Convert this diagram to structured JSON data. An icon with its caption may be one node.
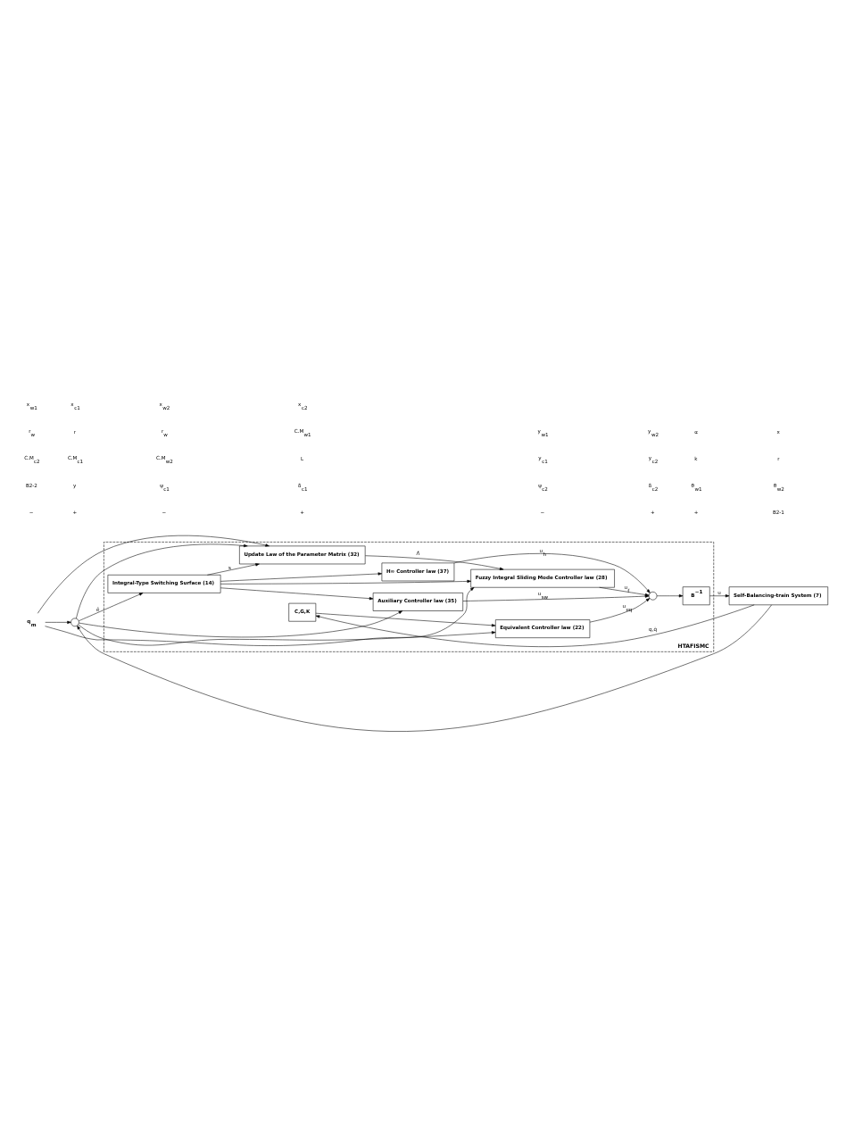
{
  "diagram": {
    "nodes": [
      {
        "text": [
          "HTAFISMC"
        ]
      },
      {
        "text": [
          "Integral-Type Switching Surface (14)"
        ],
        "in": 0
      },
      {
        "text": [
          "Update Law of the Parameter Matrix (32)"
        ],
        "in": 0
      },
      {
        "text": [
          "Fuzzy Integral Sliding Mode Controller law (28)"
        ],
        "in": 0
      },
      {
        "text": [
          "H∞ Controller law (37)"
        ],
        "in": 0
      },
      {
        "text": [
          "Auxiliary Controller law (35)"
        ],
        "in": 0
      },
      {
        "text": [
          "Equivalent Controller law (22)"
        ],
        "in": 0
      },
      {
        "text": [
          "C,G,K"
        ],
        "in": 0
      },
      {
        "text": [],
        "shape": "circle",
        "in": 0
      },
      {
        "text": [
          "B$^{−1}$"
        ],
        "in": 0
      },
      {
        "text": [
          "Self-Balancing-train System (7)"
        ]
      },
      {
        "text": [],
        "shape": "circle"
      },
      {
        "text": [
          "q$_{m}$"
        ]
      }
    ],
    "edges": [
      {
        "from": 12,
        "to": 11,
        "arrow": "to"
      },
      {
        "from": 11,
        "to": 1,
        "label": "ē",
        "arrow": "to"
      },
      {
        "from": 1,
        "to": 2,
        "label": "s",
        "arrow": "to"
      },
      {
        "from": 1,
        "to": 3,
        "arrow": "to"
      },
      {
        "from": 11,
        "to": 2,
        "arrow": "to"
      },
      {
        "from": 12,
        "to": 2,
        "arrow": "to"
      },
      {
        "from": 12,
        "to": 3,
        "arrow": "to"
      },
      {
        "from": 2,
        "to": 3,
        "label": "Λ̂",
        "arrow": "to"
      },
      {
        "from": 1,
        "to": 4,
        "arrow": "to"
      },
      {
        "from": 1,
        "to": 5,
        "arrow": "to"
      },
      {
        "from": 11,
        "to": 5,
        "arrow": "to"
      },
      {
        "from": 11,
        "to": 6,
        "arrow": "to"
      },
      {
        "from": 4,
        "to": 8,
        "label": "u$_{h}$",
        "arrow": "to"
      },
      {
        "from": 5,
        "to": 8,
        "label": "u$_{sw}$",
        "arrow": "to"
      },
      {
        "from": 6,
        "to": 8,
        "label": "u$_{eq}$",
        "arrow": "to"
      },
      {
        "from": 3,
        "to": 8,
        "label": "u$_{f}$",
        "arrow": "to"
      },
      {
        "from": 8,
        "to": 9,
        "arrow": "to"
      },
      {
        "from": 9,
        "to": 10,
        "label": "u",
        "arrow": "to"
      },
      {
        "from": 10,
        "to": 7,
        "label": "q,q̇",
        "arrow": "to"
      },
      {
        "from": 10,
        "to": 11,
        "arrow": "to"
      },
      {
        "from": 7,
        "to": 6,
        "arrow": "to"
      }
    ],
    "labels": [
      "−",
      "+",
      "−",
      "+",
      "−",
      "+",
      "+",
      "B2-1",
      "B2-2",
      "y",
      "ψ$_{c1}$",
      "δ$_{c1}$",
      "ψ$_{c2}$",
      "δ$_{c2}$",
      "θ$_{w1}$",
      "θ$_{w2}$",
      "C.M$_{c2}$",
      "C.M$_{c1}$",
      "C.M$_{w2}$",
      "L",
      "y$_{c1}$",
      "y$_{c2}$",
      "k",
      "r",
      "r$_{w}$",
      "r",
      "r$_{w}$",
      "C.M$_{w1}$",
      "y$_{w1}$",
      "y$_{w2}$",
      "α",
      "x",
      "x$_{w1}$",
      "x$_{c1}$",
      "x$_{w2}$",
      "x$_{c2}$"
    ]
  }
}
